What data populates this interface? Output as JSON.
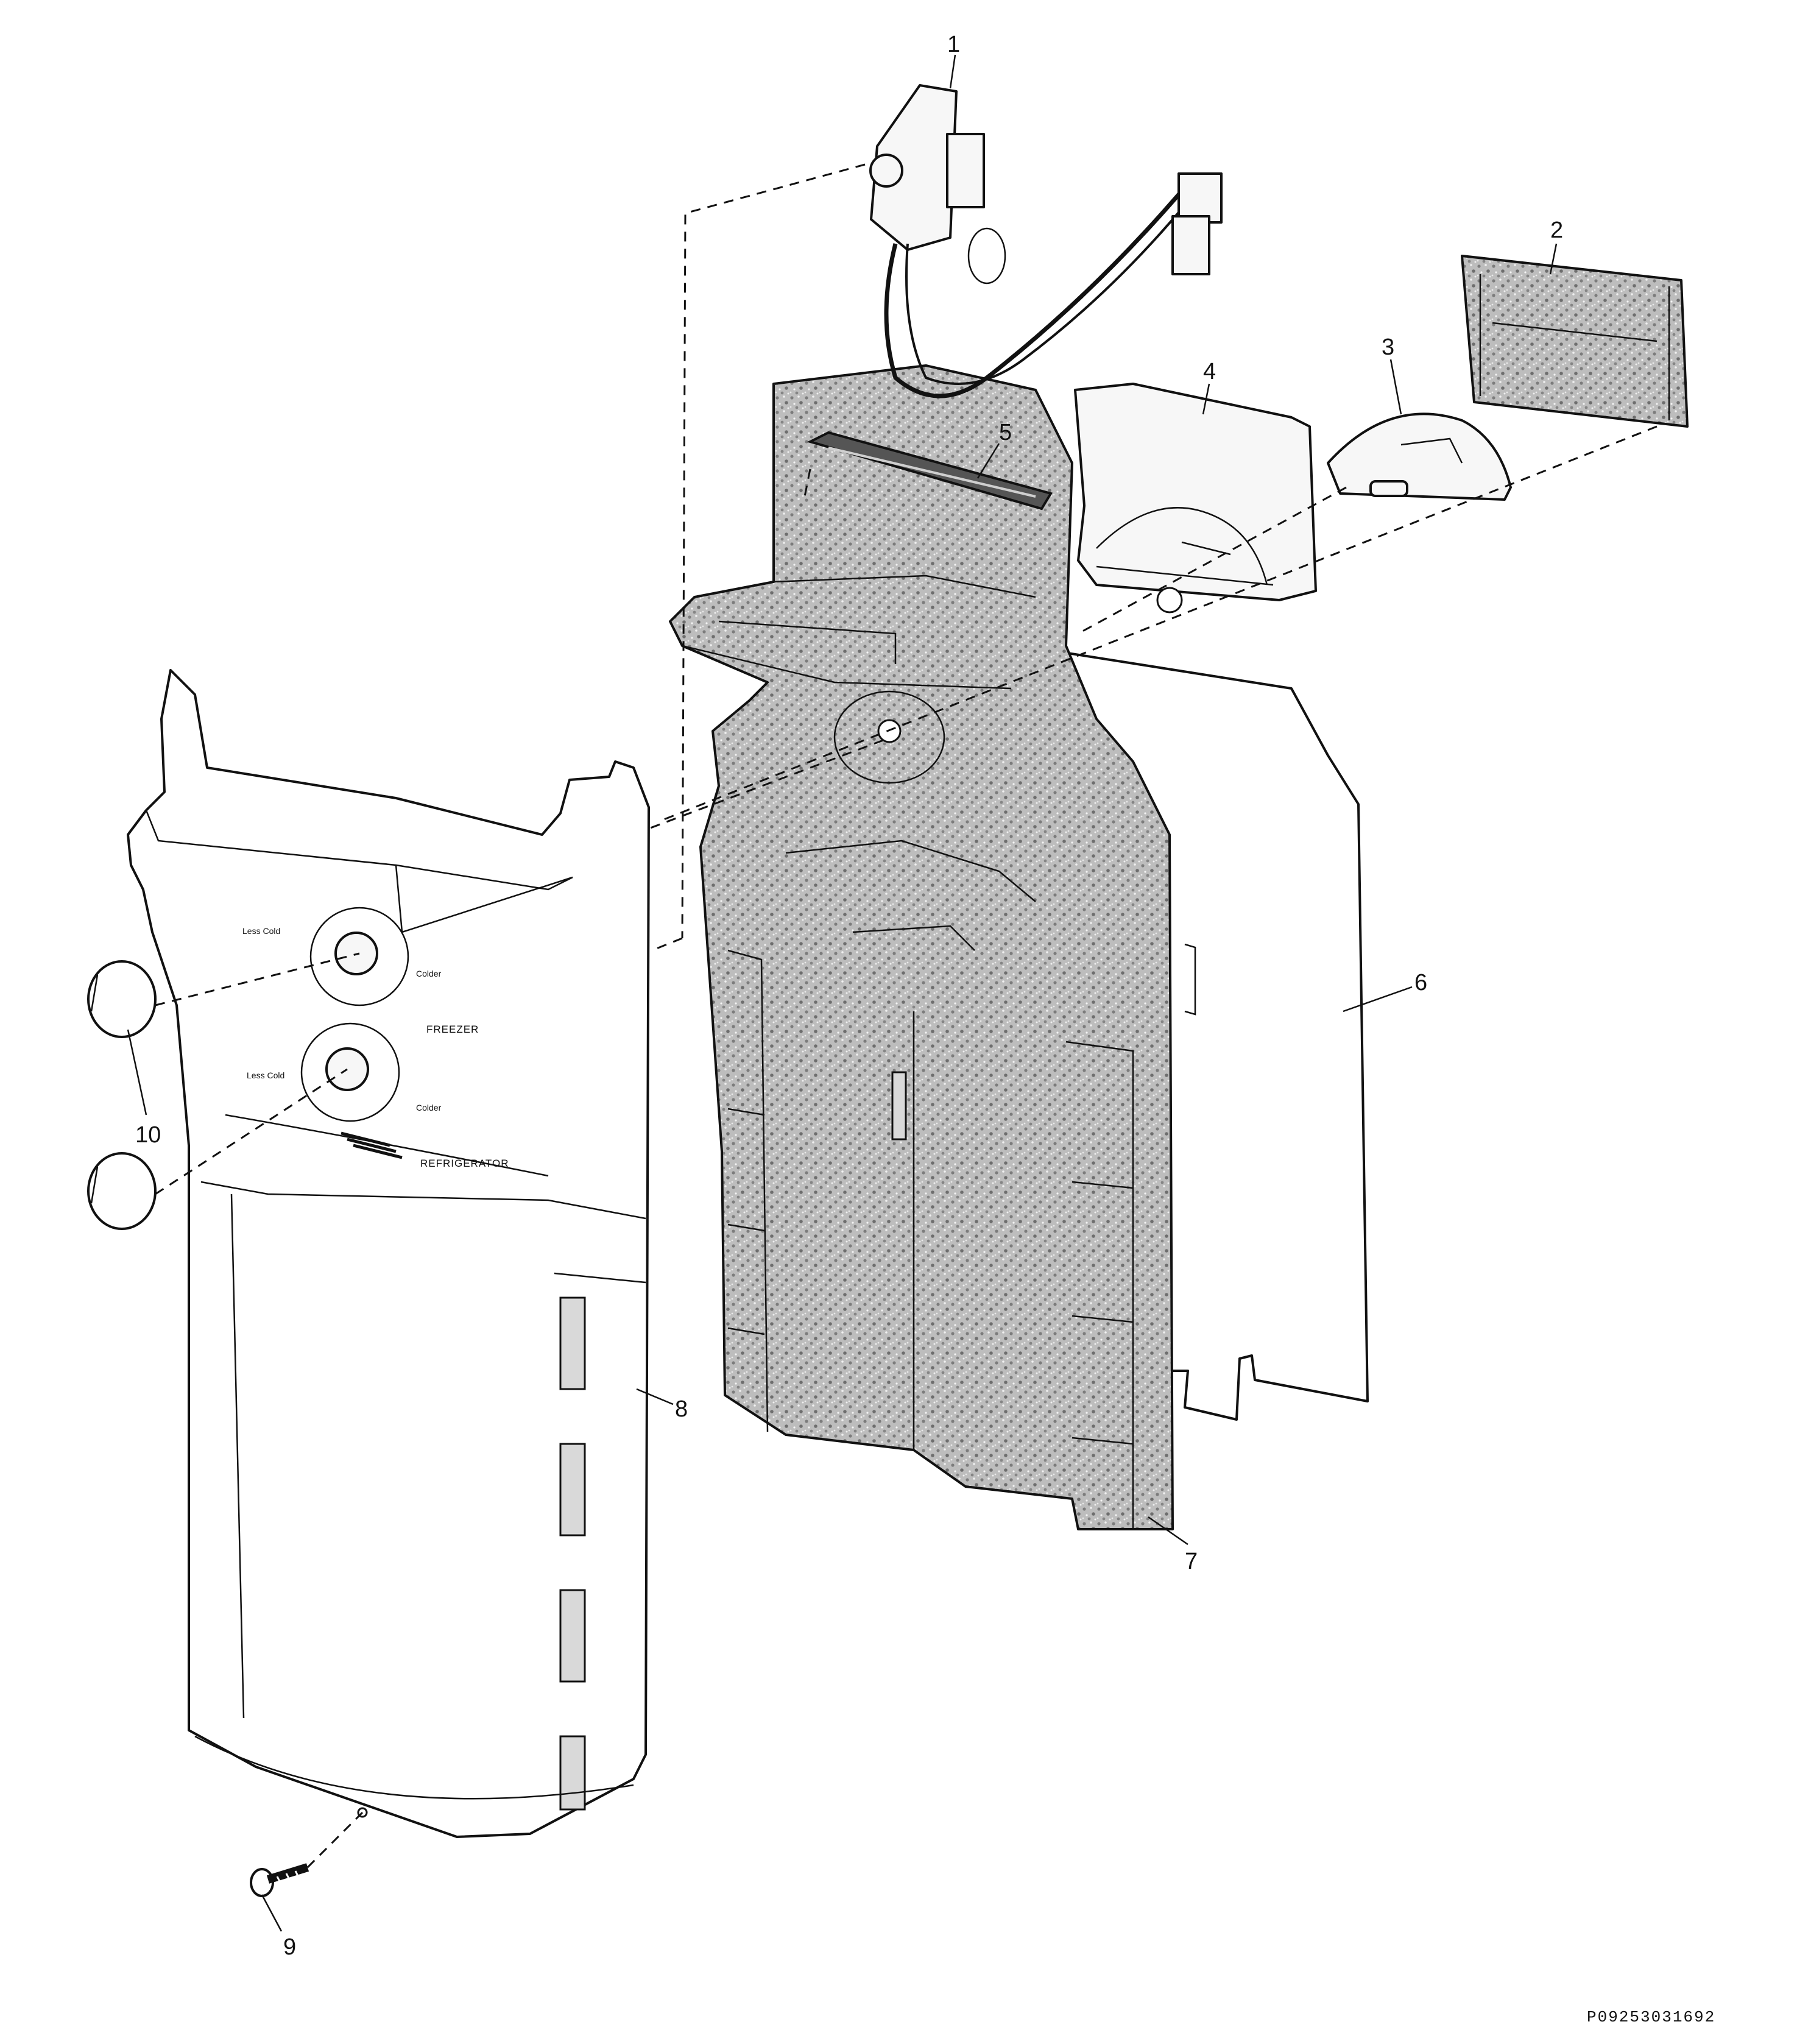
{
  "diagram": {
    "panel_labels": {
      "freezer": "FREEZER",
      "refrigerator": "REFRIGERATOR",
      "less_cold": "Less Cold",
      "colder": "Colder"
    },
    "part_callouts": [
      {
        "id": "part-1",
        "label": "1"
      },
      {
        "id": "part-2",
        "label": "2"
      },
      {
        "id": "part-3",
        "label": "3"
      },
      {
        "id": "part-4",
        "label": "4"
      },
      {
        "id": "part-5",
        "label": "5"
      },
      {
        "id": "part-6",
        "label": "6"
      },
      {
        "id": "part-7",
        "label": "7"
      },
      {
        "id": "part-8",
        "label": "8"
      },
      {
        "id": "part-9",
        "label": "9"
      },
      {
        "id": "part-10",
        "label": "10"
      }
    ],
    "drawing_code": "P09253031692"
  }
}
